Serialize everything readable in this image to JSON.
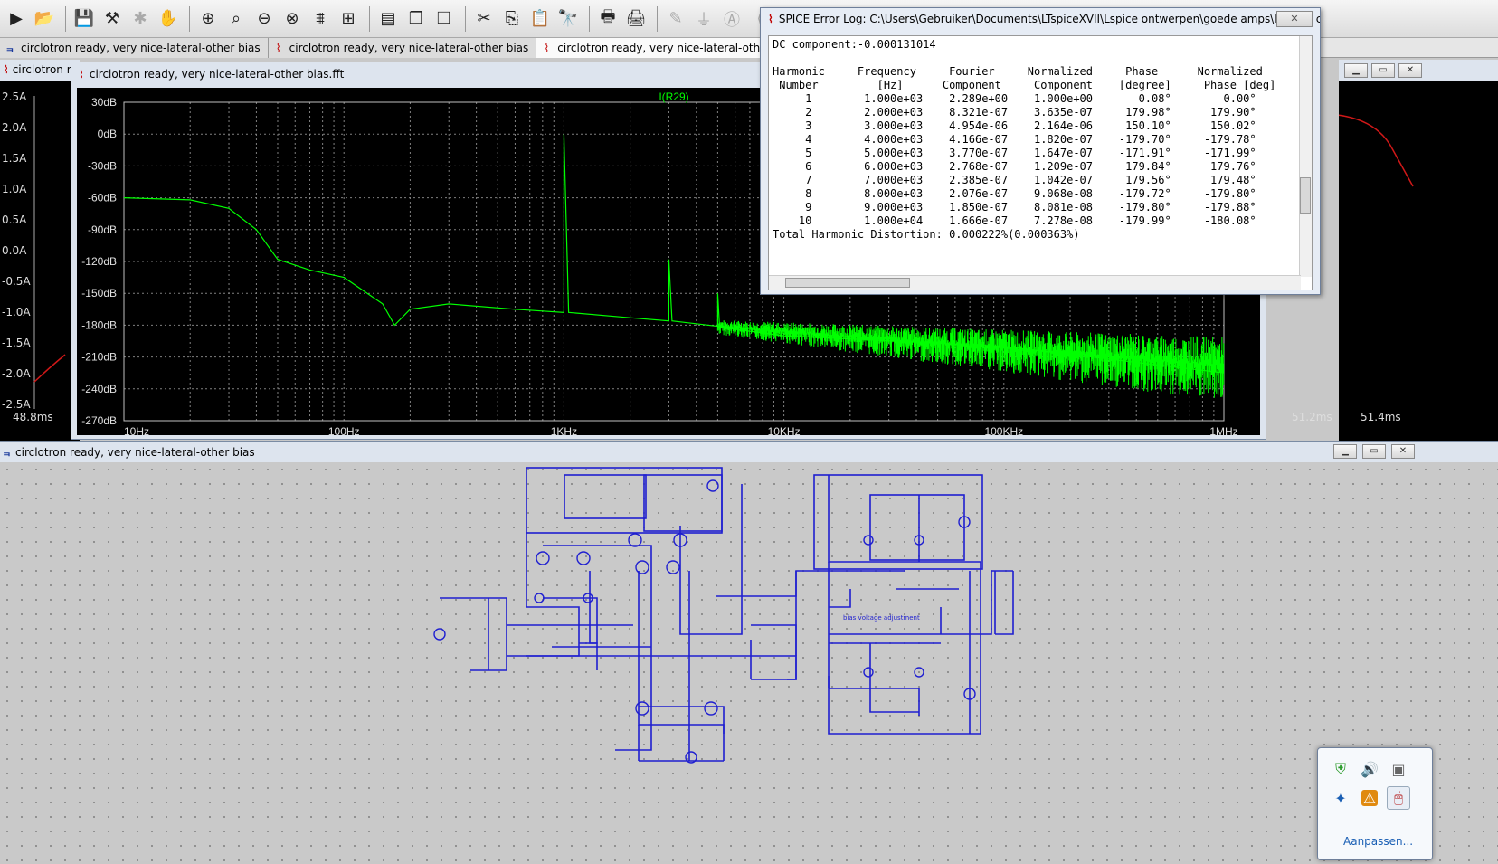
{
  "tabs": [
    {
      "label": "circlotron ready, very nice-lateral-other bias",
      "kind": "schematic"
    },
    {
      "label": "circlotron ready, very nice-lateral-other bias",
      "kind": "waveform"
    },
    {
      "label": "circlotron ready, very nice-lateral-other bias.fft",
      "kind": "waveform",
      "active": true
    }
  ],
  "bg_plot": {
    "title": "circlotron ready, v",
    "y_ticks": [
      "2.5A",
      "2.0A",
      "1.5A",
      "1.0A",
      "0.5A",
      "0.0A",
      "-0.5A",
      "-1.0A",
      "-1.5A",
      "-2.0A",
      "-2.5A"
    ],
    "x_left": "48.8ms",
    "x_right": [
      "51.2ms",
      "51.4ms"
    ]
  },
  "fft_window": {
    "title": "circlotron ready, very nice-lateral-other bias.fft",
    "trace_label": "I(R29)",
    "trace_color": "#00ff00"
  },
  "chart_data": {
    "type": "line",
    "title": "",
    "series": [
      {
        "name": "I(R29)",
        "color": "#00ff00",
        "description_points": [
          [
            10,
            -60
          ],
          [
            20,
            -62
          ],
          [
            30,
            -70
          ],
          [
            40,
            -90
          ],
          [
            50,
            -118
          ],
          [
            70,
            -128
          ],
          [
            100,
            -135
          ],
          [
            150,
            -160
          ],
          [
            170,
            -180
          ],
          [
            200,
            -165
          ],
          [
            300,
            -160
          ],
          [
            600,
            -165
          ],
          [
            1000,
            -168
          ],
          [
            1000,
            0
          ],
          [
            1050,
            -168
          ],
          [
            2000,
            -173
          ],
          [
            3000,
            -176
          ],
          [
            3000,
            -118
          ],
          [
            3100,
            -176
          ],
          [
            5000,
            -181
          ],
          [
            5000,
            -150
          ],
          [
            5100,
            -182
          ],
          [
            10000,
            -190
          ],
          [
            100000,
            -200
          ],
          [
            1000000,
            -225
          ]
        ]
      }
    ],
    "x_scale": "log",
    "xlim": [
      10,
      1000000
    ],
    "x_ticks": [
      "10Hz",
      "100Hz",
      "1KHz",
      "10KHz",
      "100KHz",
      "1MHz"
    ],
    "ylim": [
      -270,
      30
    ],
    "y_ticks": [
      "30dB",
      "0dB",
      "-30dB",
      "-60dB",
      "-90dB",
      "-120dB",
      "-150dB",
      "-180dB",
      "-210dB",
      "-240dB",
      "-270dB"
    ],
    "grid": true
  },
  "error_log": {
    "title": "SPICE Error Log: C:\\Users\\Gebruiker\\Documents\\LTspiceXVII\\Lspice ontwerpen\\goede amps\\low HD circl...",
    "close": "✕",
    "dc_line": "DC component:-0.000131014",
    "header1": "Harmonic     Frequency     Fourier     Normalized     Phase      Normalized",
    "header2": " Number         [Hz]      Component     Component    [degree]     Phase [deg]",
    "rows": [
      "     1        1.000e+03    2.289e+00    1.000e+00       0.08°        0.00°",
      "     2        2.000e+03    8.321e-07    3.635e-07     179.98°      179.90°",
      "     3        3.000e+03    4.954e-06    2.164e-06     150.10°      150.02°",
      "     4        4.000e+03    4.166e-07    1.820e-07    -179.70°     -179.78°",
      "     5        5.000e+03    3.770e-07    1.647e-07    -171.91°     -171.99°",
      "     6        6.000e+03    2.768e-07    1.209e-07     179.84°      179.76°",
      "     7        7.000e+03    2.385e-07    1.042e-07     179.56°      179.48°",
      "     8        8.000e+03    2.076e-07    9.068e-08    -179.72°     -179.80°",
      "     9        9.000e+03    1.850e-07    8.081e-08    -179.80°     -179.88°",
      "    10        1.000e+04    1.666e-07    7.278e-08    -179.99°     -180.08°"
    ],
    "thd": "Total Harmonic Distortion: 0.000222%(0.000363%)"
  },
  "schematic": {
    "title": "circlotron ready, very nice-lateral-other bias",
    "annotation": "bias voltage adjustment",
    "wire_color": "#1f1fd0"
  },
  "tray": {
    "link": "Aanpassen..."
  }
}
